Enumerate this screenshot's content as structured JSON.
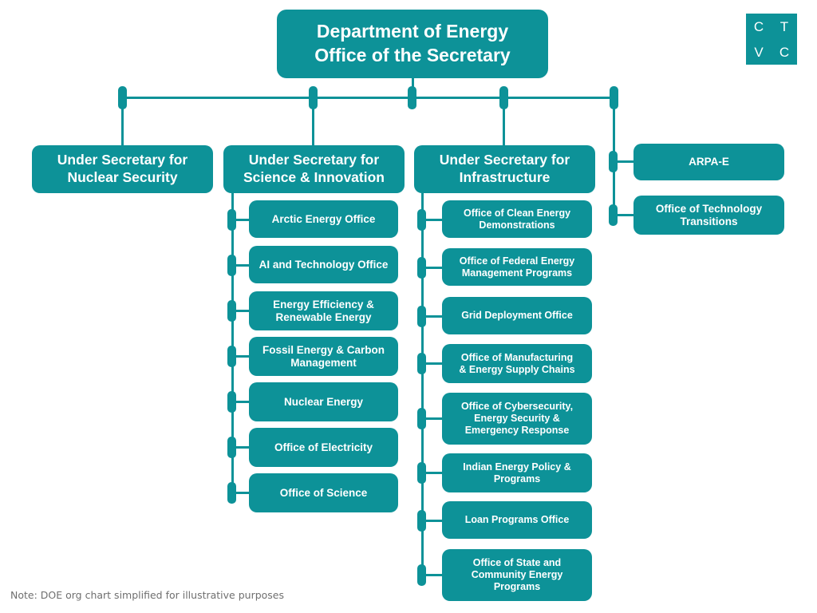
{
  "chart_data": {
    "type": "diagram",
    "title": "Department of Energy Office of the Secretary",
    "note": "Note: DOE org chart simplified for illustrative purposes"
  },
  "root": {
    "line1": "Department of Energy",
    "line2": "Office of the Secretary"
  },
  "logo": {
    "c1": "C",
    "t": "T",
    "v": "V",
    "c2": "C"
  },
  "columns": {
    "nuclear": {
      "title_line1": "Under Secretary for",
      "title_line2": "Nuclear Security",
      "children": []
    },
    "science": {
      "title_line1": "Under Secretary for",
      "title_line2": "Science & Innovation",
      "children": [
        {
          "label": "Arctic Energy Office"
        },
        {
          "label": "AI and Technology Office"
        },
        {
          "label1": "Energy Efficiency &",
          "label2": "Renewable Energy"
        },
        {
          "label1": "Fossil Energy & Carbon",
          "label2": "Management"
        },
        {
          "label": "Nuclear Energy"
        },
        {
          "label": "Office of Electricity"
        },
        {
          "label": "Office of Science"
        }
      ]
    },
    "infrastructure": {
      "title_line1": "Under Secretary for",
      "title_line2": "Infrastructure",
      "children": [
        {
          "label1": "Office of Clean Energy",
          "label2": "Demonstrations"
        },
        {
          "label1": "Office of Federal Energy",
          "label2": "Management Programs"
        },
        {
          "label": "Grid Deployment Office"
        },
        {
          "label1": "Office of Manufacturing",
          "label2": "& Energy Supply Chains"
        },
        {
          "label1": "Office of Cybersecurity,",
          "label2": "Energy Security &",
          "label3": "Emergency Response"
        },
        {
          "label1": "Indian Energy Policy &",
          "label2": "Programs"
        },
        {
          "label": "Loan Programs Office"
        },
        {
          "label1": "Office of State and",
          "label2": "Community Energy",
          "label3": "Programs"
        }
      ]
    },
    "direct": {
      "children": [
        {
          "label": "ARPA-E"
        },
        {
          "label1": "Office of Technology",
          "label2": "Transitions"
        }
      ]
    }
  },
  "colors": {
    "teal": "#0d9298",
    "note_gray": "#6f6f6f",
    "background": "#ffffff"
  },
  "footnote": "Note: DOE org chart simplified for illustrative purposes"
}
